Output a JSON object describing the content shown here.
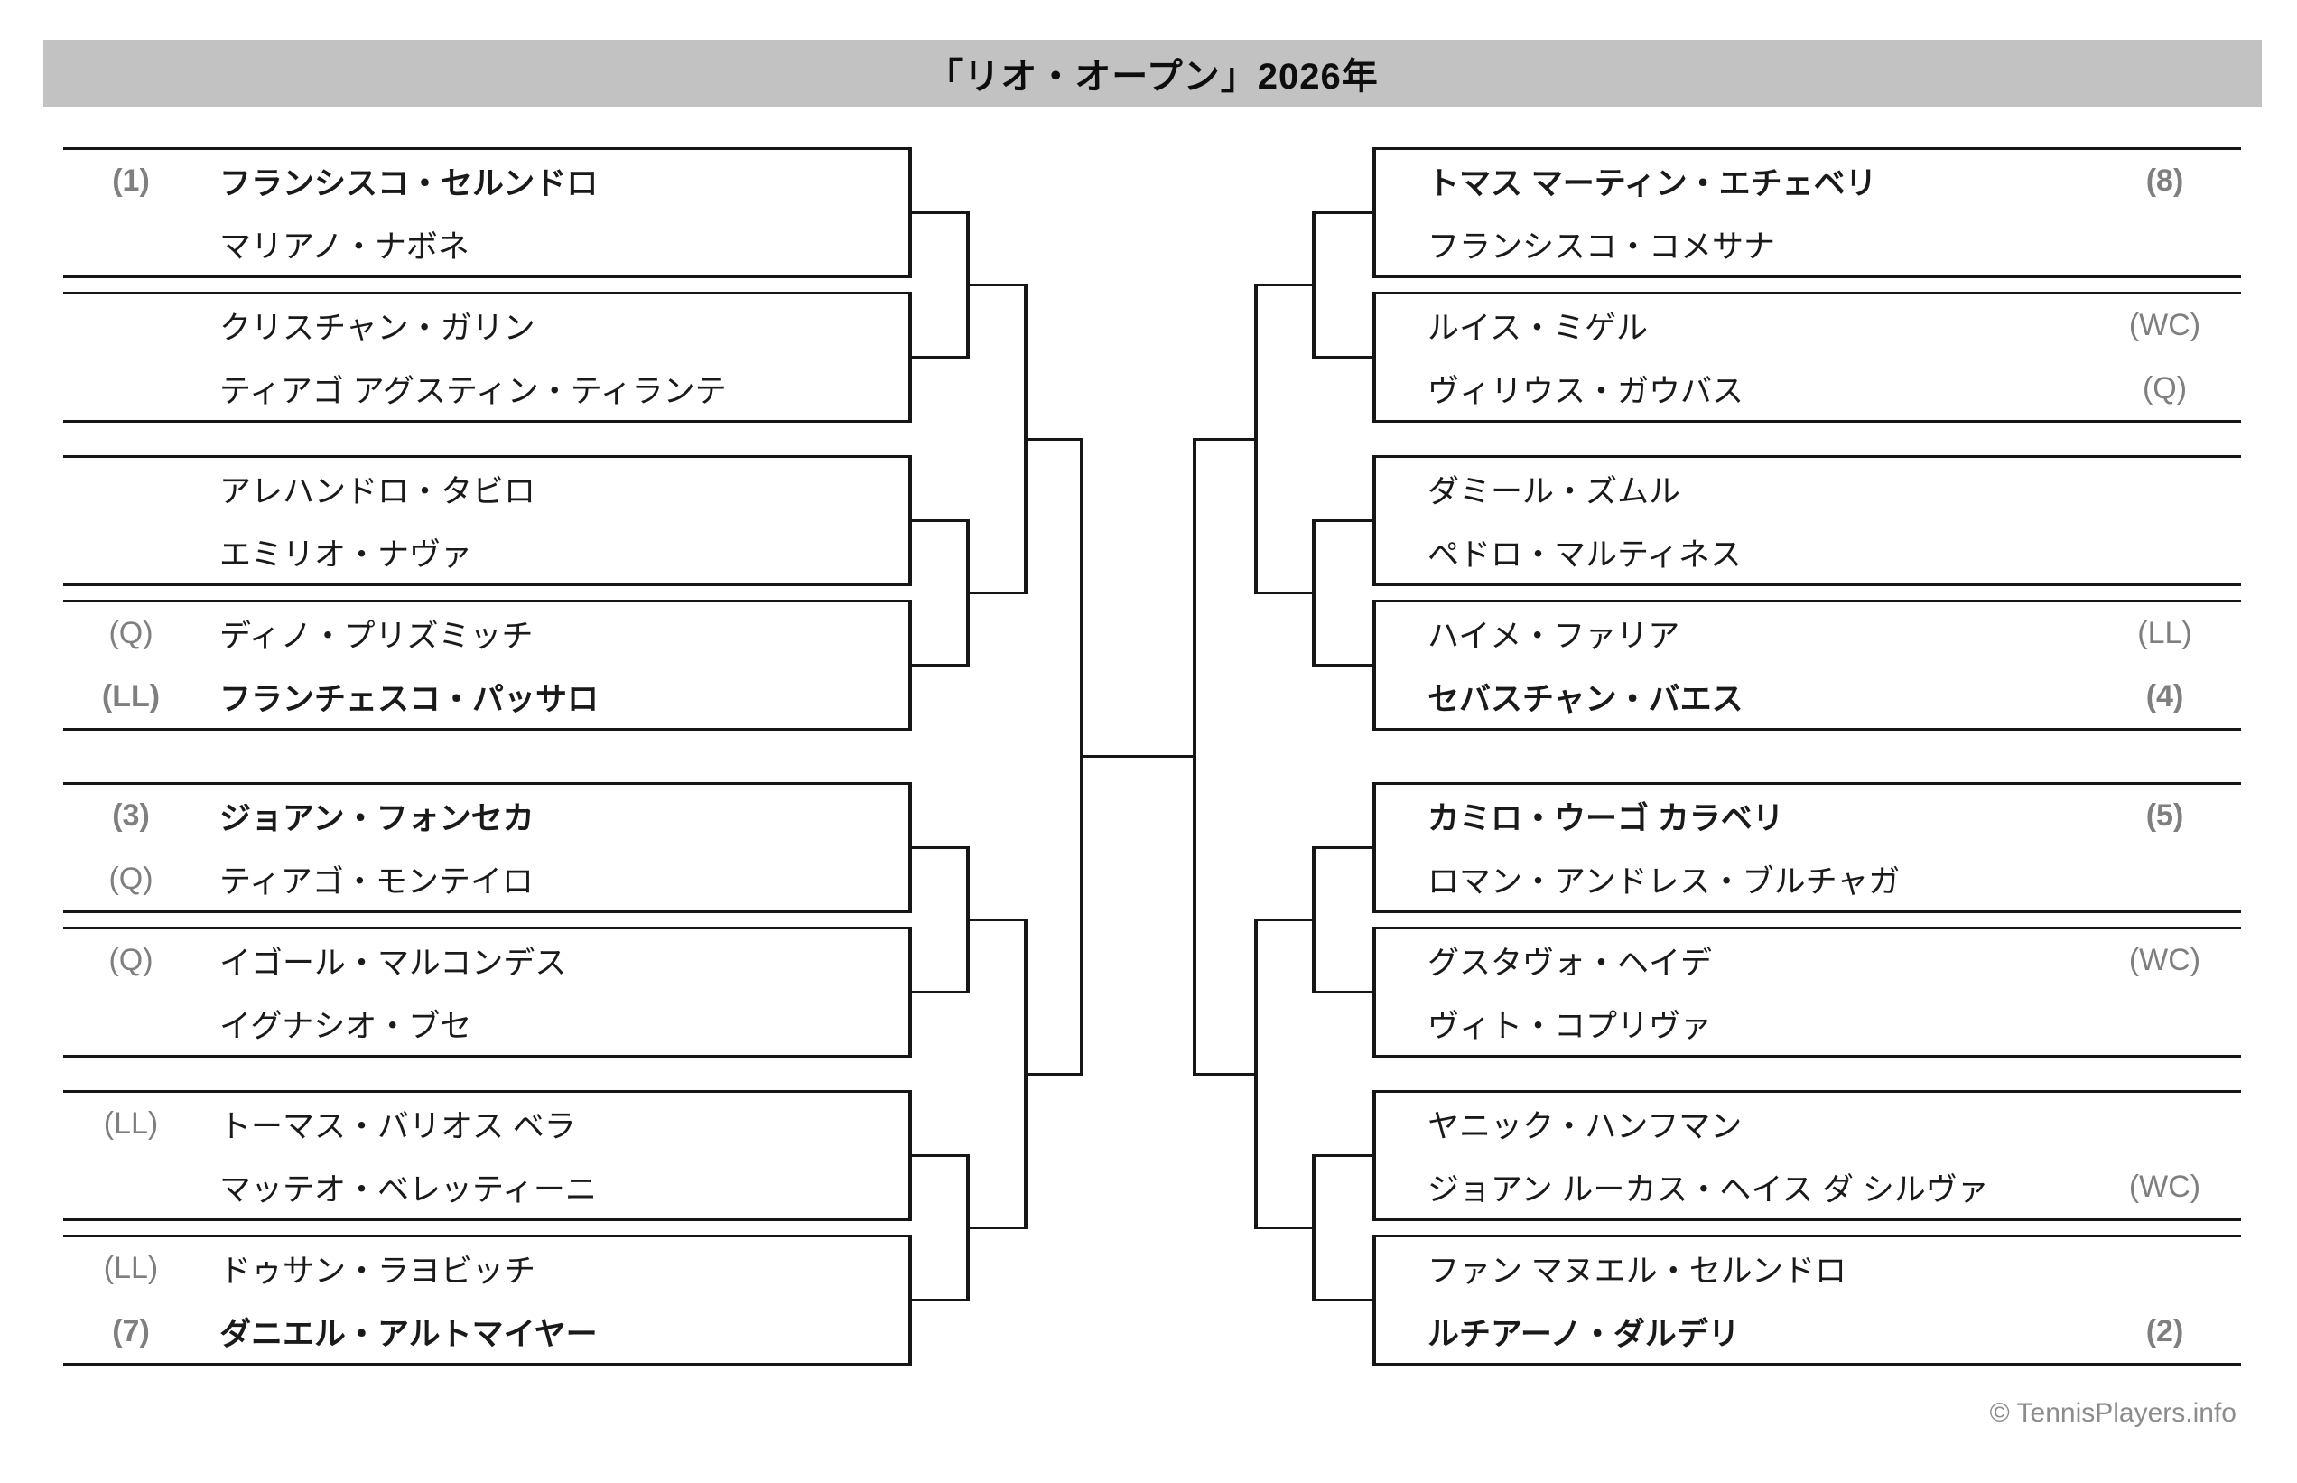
{
  "title": "「リオ・オープン」2026年",
  "copyright": "© TennisPlayers.info",
  "colors": {
    "title_bar_bg": "#c2c2c2",
    "line": "#161616",
    "player_name": "#1a1a1a",
    "seed_tag": "#7f7f7f",
    "copyright_text": "#8c8c8c",
    "background": "#ffffff"
  },
  "bracket": {
    "left_half": [
      {
        "players": [
          {
            "tag": "(1)",
            "name": "フランシスコ・セルンドロ",
            "bold": true
          },
          {
            "tag": "",
            "name": "マリアノ・ナボネ",
            "bold": false
          }
        ]
      },
      {
        "players": [
          {
            "tag": "",
            "name": "クリスチャン・ガリン",
            "bold": false
          },
          {
            "tag": "",
            "name": "ティアゴ アグスティン・ティランテ",
            "bold": false
          }
        ]
      },
      {
        "players": [
          {
            "tag": "",
            "name": "アレハンドロ・タビロ",
            "bold": false
          },
          {
            "tag": "",
            "name": "エミリオ・ナヴァ",
            "bold": false
          }
        ]
      },
      {
        "players": [
          {
            "tag": "(Q)",
            "name": "ディノ・プリズミッチ",
            "bold": false
          },
          {
            "tag": "(LL)",
            "name": "フランチェスコ・パッサロ",
            "bold": true
          }
        ]
      },
      {
        "players": [
          {
            "tag": "(3)",
            "name": "ジョアン・フォンセカ",
            "bold": true
          },
          {
            "tag": "(Q)",
            "name": "ティアゴ・モンテイロ",
            "bold": false
          }
        ]
      },
      {
        "players": [
          {
            "tag": "(Q)",
            "name": "イゴール・マルコンデス",
            "bold": false
          },
          {
            "tag": "",
            "name": "イグナシオ・ブセ",
            "bold": false
          }
        ]
      },
      {
        "players": [
          {
            "tag": "(LL)",
            "name": "トーマス・バリオス ベラ",
            "bold": false
          },
          {
            "tag": "",
            "name": "マッテオ・ベレッティーニ",
            "bold": false
          }
        ]
      },
      {
        "players": [
          {
            "tag": "(LL)",
            "name": "ドゥサン・ラヨビッチ",
            "bold": false
          },
          {
            "tag": "(7)",
            "name": "ダニエル・アルトマイヤー",
            "bold": true
          }
        ]
      }
    ],
    "right_half": [
      {
        "players": [
          {
            "tag": "(8)",
            "name": "トマス マーティン・エチェベリ",
            "bold": true
          },
          {
            "tag": "",
            "name": "フランシスコ・コメサナ",
            "bold": false
          }
        ]
      },
      {
        "players": [
          {
            "tag": "(WC)",
            "name": "ルイス・ミゲル",
            "bold": false
          },
          {
            "tag": "(Q)",
            "name": "ヴィリウス・ガウバス",
            "bold": false
          }
        ]
      },
      {
        "players": [
          {
            "tag": "",
            "name": "ダミール・ズムル",
            "bold": false
          },
          {
            "tag": "",
            "name": "ペドロ・マルティネス",
            "bold": false
          }
        ]
      },
      {
        "players": [
          {
            "tag": "(LL)",
            "name": "ハイメ・ファリア",
            "bold": false
          },
          {
            "tag": "(4)",
            "name": "セバスチャン・バエス",
            "bold": true
          }
        ]
      },
      {
        "players": [
          {
            "tag": "(5)",
            "name": "カミロ・ウーゴ カラベリ",
            "bold": true
          },
          {
            "tag": "",
            "name": "ロマン・アンドレス・ブルチャガ",
            "bold": false
          }
        ]
      },
      {
        "players": [
          {
            "tag": "(WC)",
            "name": "グスタヴォ・ヘイデ",
            "bold": false
          },
          {
            "tag": "",
            "name": "ヴィト・コプリヴァ",
            "bold": false
          }
        ]
      },
      {
        "players": [
          {
            "tag": "",
            "name": "ヤニック・ハンフマン",
            "bold": false
          },
          {
            "tag": "(WC)",
            "name": "ジョアン ルーカス・ヘイス ダ シルヴァ",
            "bold": false
          }
        ]
      },
      {
        "players": [
          {
            "tag": "",
            "name": "ファン マヌエル・セルンドロ",
            "bold": false
          },
          {
            "tag": "(2)",
            "name": "ルチアーノ・ダルデリ",
            "bold": true
          }
        ]
      }
    ]
  }
}
